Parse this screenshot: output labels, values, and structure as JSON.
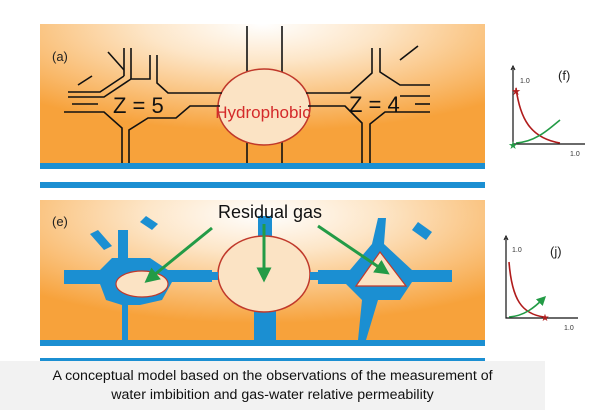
{
  "top_panel": {
    "label": "(a)",
    "left_coordination": "Z = 5",
    "right_coordination": "Z = 4",
    "center_label": "Hydrophobic"
  },
  "bottom_panel": {
    "label": "(e)",
    "callout": "Residual gas"
  },
  "inset_f": {
    "label": "(f)",
    "y_tick": "1.0",
    "x_tick": "1.0"
  },
  "inset_j": {
    "label": "(j)",
    "y_tick": "1.0",
    "x_tick": "1.0"
  },
  "caption": {
    "line1": "A conceptual model based on the observations of the measurement of",
    "line2": "water imbibition and gas-water relative permeability"
  },
  "colors": {
    "water": "#1b8fd2",
    "gas_fill": "#fbe3c4",
    "pore_outline": "#c0392b",
    "arrow": "#239b46",
    "hydrophobic_text": "#d42a2a",
    "background_orange": "#f7a23b"
  }
}
